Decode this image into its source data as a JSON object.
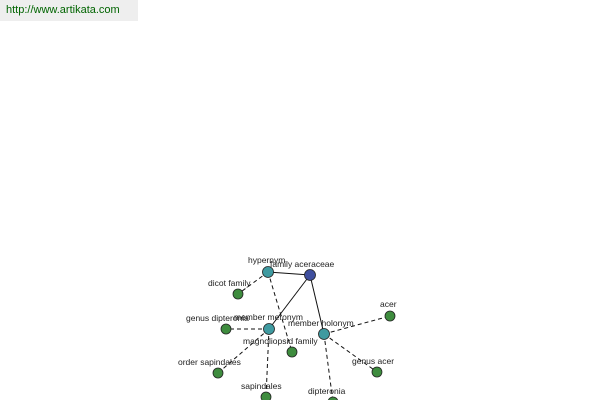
{
  "header": {
    "url": "http://www.artikata.com"
  },
  "colors": {
    "center_node": "#3f4f9e",
    "relation_node": "#3f9aa0",
    "leaf_node": "#3e8c3e",
    "node_stroke": "#222222",
    "edge": "#111111",
    "url_text": "#006400"
  },
  "graph": {
    "center": {
      "id": "family-aceraceae",
      "label": "family aceraceae"
    },
    "relations": [
      {
        "id": "hypernym",
        "label": "hypernym"
      },
      {
        "id": "member-meronym",
        "label": "member meronym"
      },
      {
        "id": "member-holonym",
        "label": "member holonym"
      }
    ],
    "leaves": [
      {
        "id": "dicot-family",
        "label": "dicot family",
        "relation": "hypernym"
      },
      {
        "id": "magnoliopsid-family",
        "label": "magnoliopsid family",
        "relation": "hypernym"
      },
      {
        "id": "genus-dipteronia",
        "label": "genus dipteronia",
        "relation": "member-meronym"
      },
      {
        "id": "order-sapindales",
        "label": "order sapindales",
        "relation": "member-meronym"
      },
      {
        "id": "sapindales",
        "label": "sapindales",
        "relation": "member-meronym"
      },
      {
        "id": "acer",
        "label": "acer",
        "relation": "member-holonym"
      },
      {
        "id": "genus-acer",
        "label": "genus acer",
        "relation": "member-holonym"
      },
      {
        "id": "dipteronia",
        "label": "dipteronia",
        "relation": "member-holonym"
      },
      {
        "id": "magnoliopsid-family-2",
        "label": "",
        "relation": "member-meronym"
      }
    ]
  }
}
